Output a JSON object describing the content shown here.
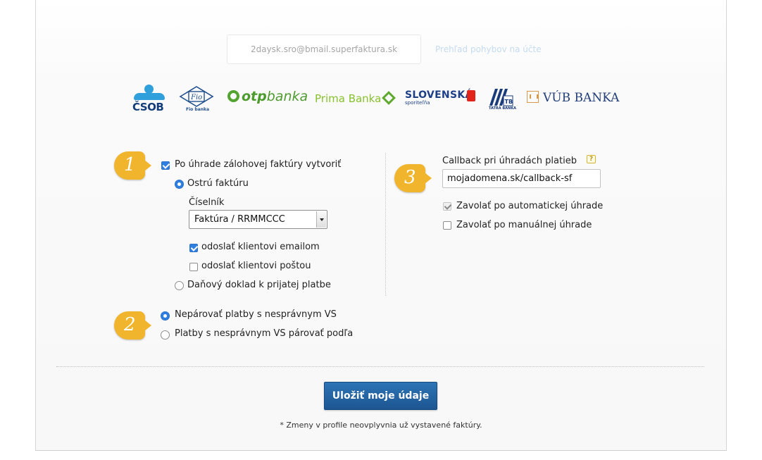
{
  "header": {
    "email": "2daysk.sro@bmail.superfaktura.sk",
    "account_link": "Prehľad pohybov na účte"
  },
  "banks": {
    "csob": "ČSOB",
    "fio": "Fio banka",
    "otp_bold": "otp",
    "otp_light": "banka",
    "prima": "Prima Banka",
    "slsp_main": "SLOVENSKÁ",
    "slsp_sub": "sporiteľňa",
    "tatra": "TATRA BANKA",
    "vub": "VÚB BANKA"
  },
  "markers": {
    "m1": "1",
    "m2": "2",
    "m3": "3"
  },
  "section1": {
    "create_after_payment": "Po úhrade zálohovej faktúry vytvoriť",
    "option_invoice": "Ostrú faktúru",
    "numbering_label": "Číselník",
    "numbering_value": "Faktúra / RRMMCCC",
    "send_email": "odoslať klientovi emailom",
    "send_post": "odoslať klientovi poštou",
    "option_tax_doc": "Daňový doklad k prijatej platbe"
  },
  "section2": {
    "no_pair": "Nepárovať platby s nesprávnym VS",
    "pair_by": "Platby s nesprávnym VS párovať podľa"
  },
  "section3": {
    "callback_label": "Callback pri úhradách platieb",
    "help": "?",
    "callback_value": "mojadomena.sk/callback-sf",
    "call_auto": "Zavolať po automatickej úhrade",
    "call_manual": "Zavolať po manuálnej úhrade"
  },
  "footer": {
    "save_label": "Uložiť moje údaje",
    "note": "* Zmeny v profile neovplyvnia už vystavené faktúry."
  },
  "colors": {
    "accent_blue": "#2f7fe0",
    "marker_yellow": "#f0b52c",
    "button_blue": "#1d5592"
  }
}
